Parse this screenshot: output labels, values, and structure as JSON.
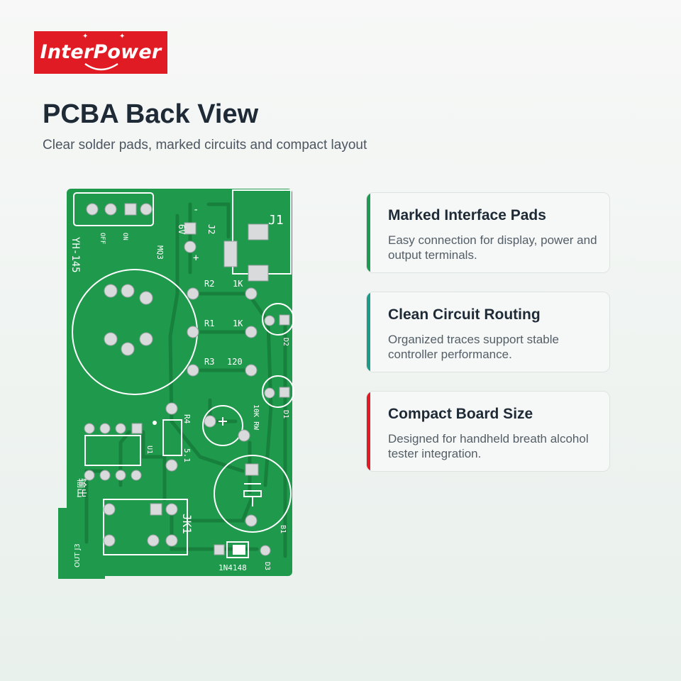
{
  "brand": {
    "name": "InterPower",
    "color": "#e01b24"
  },
  "header": {
    "title": "PCBA Back View",
    "subtitle": "Clear solder pads, marked circuits and compact layout"
  },
  "board": {
    "color": "#1f9a4c",
    "silkscreen": {
      "model": "YH-145",
      "off": "OFF",
      "on": "ON",
      "sensor": "MQ3",
      "j1": "J1",
      "j2": "J2",
      "v6": "6V",
      "minus": "-",
      "plus": "+",
      "r2": "R2",
      "r2_val": "1K",
      "r1": "R1",
      "r1_val": "1K",
      "r3": "R3",
      "r3_val": "120",
      "d2": "D2",
      "d1": "D1",
      "rw": "10K RW",
      "r4": "R4",
      "r4_val": "5.1",
      "u1": "U1",
      "output": "输出",
      "jk1": "JK1",
      "b1": "B1",
      "d3": "D3",
      "diode": "1N4148",
      "out_j3": "OUT J3"
    }
  },
  "features": [
    {
      "title": "Marked Interface Pads",
      "text": "Easy connection for display, power and output terminals.",
      "accent": "#1e9a55"
    },
    {
      "title": "Clean Circuit Routing",
      "text": "Organized traces support stable controller performance.",
      "accent": "#1e9a88"
    },
    {
      "title": "Compact Board Size",
      "text": "Designed for handheld breath alcohol tester integration.",
      "accent": "#e01b24"
    }
  ]
}
